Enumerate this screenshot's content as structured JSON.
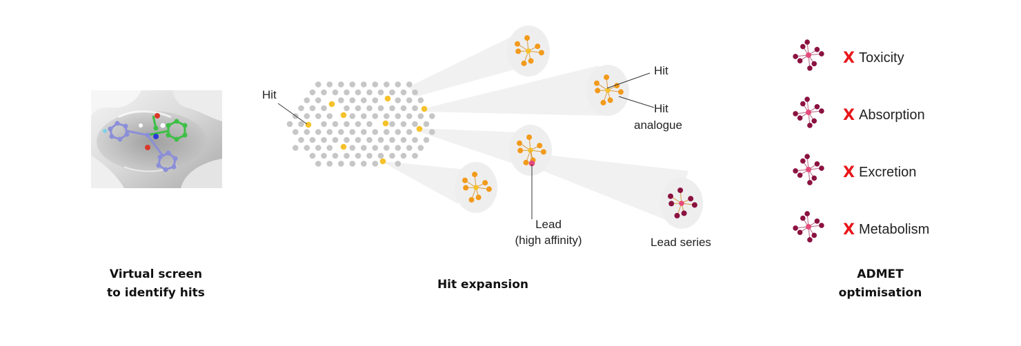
{
  "colors": {
    "hit_yellow": "#f7c12a",
    "analogue_orange": "#f29a1b",
    "lead_pink": "#e64a7a",
    "series_maroon": "#8b1240",
    "dot_grey": "#c6c6c6",
    "cone_grey": "#f1f1f1",
    "fail_red": "#e8161b"
  },
  "icons": {
    "protein_image": "protein-ligand-binding-image",
    "fail_mark": "x-icon"
  },
  "virtual_screen": {
    "caption_line1": "Virtual screen",
    "caption_line2": "to identify hits"
  },
  "hit_expansion": {
    "caption": "Hit expansion",
    "hit_label": "Hit",
    "cluster_hit_label": "Hit",
    "analogue_label_line1": "Hit",
    "analogue_label_line2": "analogue",
    "lead_label_line1": "Lead",
    "lead_label_line2": "(high affinity)",
    "lead_series_label": "Lead series"
  },
  "admet": {
    "caption_line1": "ADMET",
    "caption_line2": "optimisation",
    "items": [
      {
        "label": "Toxicity",
        "mark": "X"
      },
      {
        "label": "Absorption",
        "mark": "X"
      },
      {
        "label": "Excretion",
        "mark": "X"
      },
      {
        "label": "Metabolism",
        "mark": "X"
      }
    ]
  }
}
